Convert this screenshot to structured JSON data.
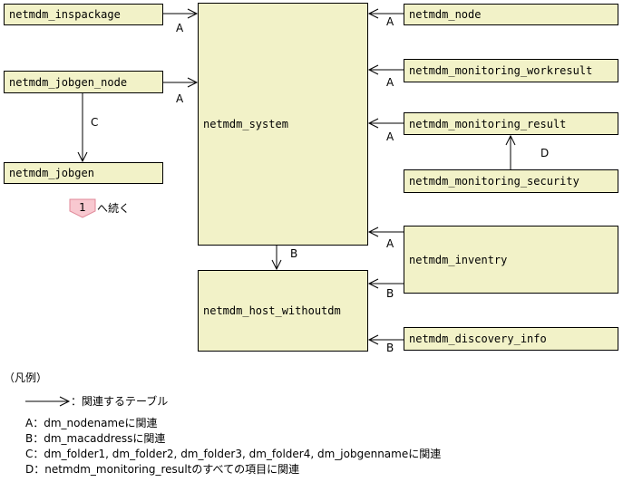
{
  "tables": {
    "inspackage": "netmdm_inspackage",
    "jobgen_node": "netmdm_jobgen_node",
    "jobgen": "netmdm_jobgen",
    "system": "netmdm_system",
    "host_withoutdm": "netmdm_host_withoutdm",
    "node": "netmdm_node",
    "monitoring_workresult": "netmdm_monitoring_workresult",
    "monitoring_result": "netmdm_monitoring_result",
    "monitoring_security": "netmdm_monitoring_security",
    "inventry": "netmdm_inventry",
    "discovery_info": "netmdm_discovery_info"
  },
  "relation_labels": {
    "inspackage_system": "A",
    "jobgen_node_system": "A",
    "jobgen_node_jobgen": "C",
    "node_system": "A",
    "workresult_system": "A",
    "result_system": "A",
    "security_result": "D",
    "inventry_system": "A",
    "inventry_host": "B",
    "system_host": "B",
    "discovery_host": "B"
  },
  "continuation": {
    "page": "1",
    "text": "へ続く"
  },
  "legend": {
    "title": "（凡例）",
    "arrow_meaning": "：関連するテーブル",
    "items": [
      "A：dm_nodenameに関連",
      "B：dm_macaddressに関連",
      "C：dm_folder1, dm_folder2, dm_folder3, dm_folder4, dm_jobgennameに関連",
      "D：netmdm_monitoring_resultのすべての項目に関連"
    ]
  },
  "colors": {
    "box_fill": "#f2f2c8",
    "badge_fill": "#f8c8d0",
    "badge_border": "#e08898"
  }
}
